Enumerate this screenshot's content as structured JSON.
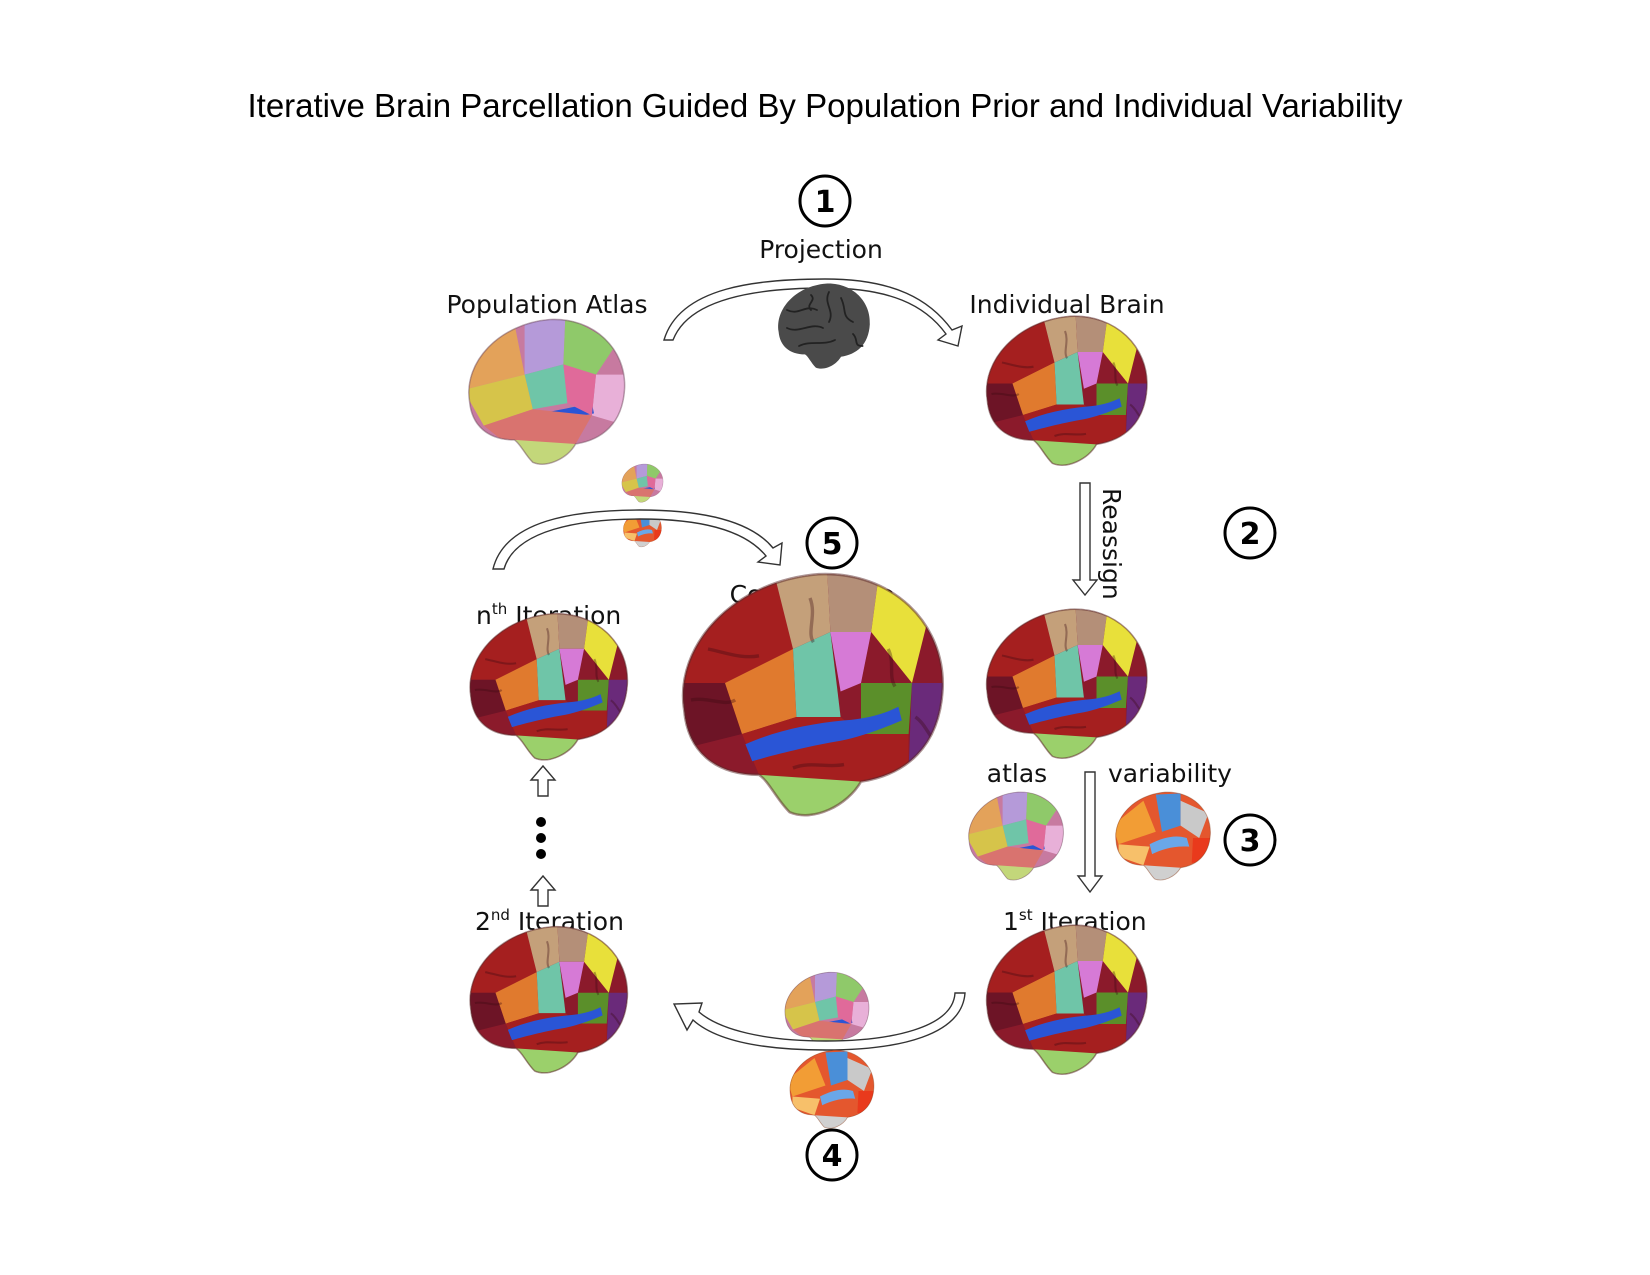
{
  "title": "Iterative Brain Parcellation Guided By Population Prior and Individual Variability",
  "steps": [
    "1",
    "2",
    "3",
    "4",
    "5"
  ],
  "labels": {
    "projection": "Projection",
    "population_atlas": "Population Atlas",
    "individual_brain": "Individual Brain",
    "reassign": "Reassign",
    "convergence": "Convergence",
    "atlas": "atlas",
    "variability": "variability",
    "nth_base": "n",
    "nth_sup": "th",
    "nth_rest": " Iteration",
    "second_base": "2",
    "second_sup": "nd",
    "second_rest": " Iteration",
    "first_base": "1",
    "first_sup": "st",
    "first_rest": " Iteration"
  },
  "colors": {
    "parcel_palette": [
      "#8b1a2b",
      "#d4a017",
      "#e8e03a",
      "#6fc5a8",
      "#2a55d6",
      "#5b8f2a",
      "#6a2a7a",
      "#c48a5c",
      "#d67ad6",
      "#a51f1f",
      "#e07a2e",
      "#b48f78",
      "#9bd06b"
    ],
    "variability_palette": [
      "#e4572e",
      "#f29d35",
      "#4a8fd8",
      "#c9c9c9",
      "#e93a1c"
    ],
    "gray_brain": "#4a4a4a"
  }
}
